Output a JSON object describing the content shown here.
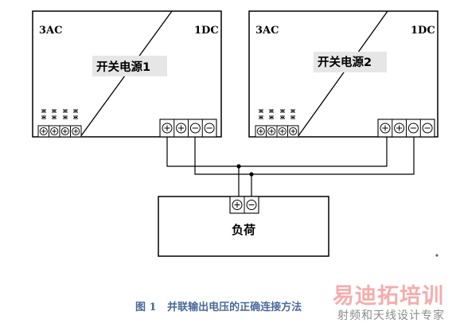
{
  "psu1": {
    "input": "3AC",
    "output": "1DC",
    "name": "开关电源1"
  },
  "psu2": {
    "input": "3AC",
    "output": "1DC",
    "name": "开关电源2"
  },
  "load": {
    "name": "负荷"
  },
  "terminal_symbols": {
    "plus": "+",
    "minus": "−"
  },
  "caption": "图 1   并联输出电压的正确连接方法",
  "watermark": {
    "main": "易迪拓培训",
    "sub": "射频和天线设计专家"
  },
  "colors": {
    "line": "#000000",
    "label_bg": "#e6e6e6",
    "caption": "#4a6a9a",
    "watermark": "#f06a6a"
  }
}
